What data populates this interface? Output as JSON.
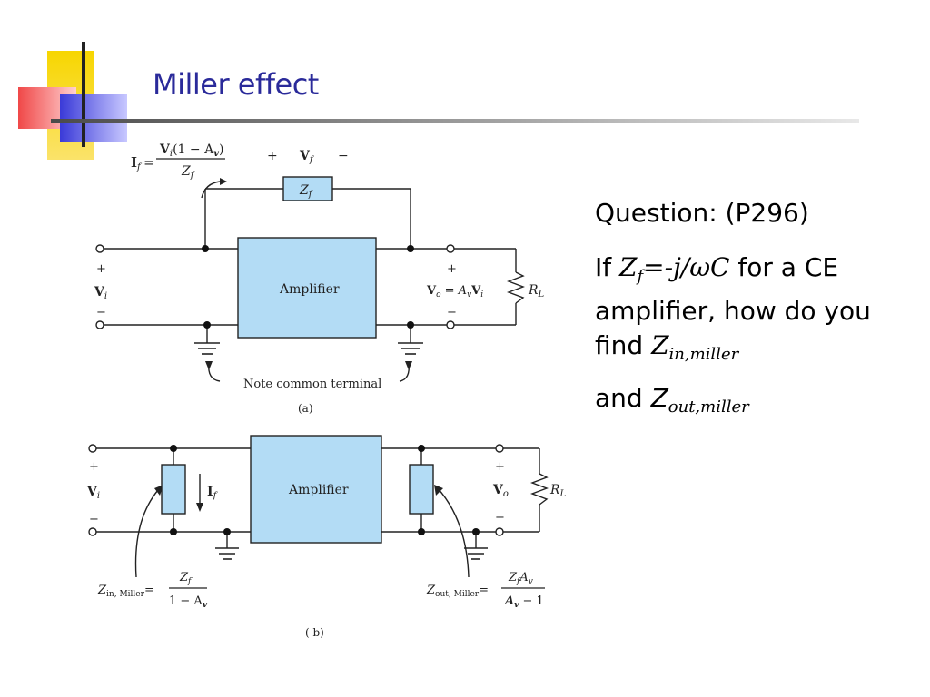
{
  "slide": {
    "title": "Miller effect"
  },
  "question": {
    "line1": "Question: (P296)",
    "if_word": "If ",
    "zf_symbol": "Z",
    "zf_sub": "f",
    "zf_value": "=-j/ωC",
    "line2_rest": " for a CE amplifier, how do you find ",
    "zin_symbol": "Z",
    "zin_sub": "in,miller",
    "and_word": "and ",
    "zout_symbol": "Z",
    "zout_sub": "out,miller"
  },
  "diagram_a": {
    "if_eq_lhs": "I",
    "if_eq_lhs_sub": "f",
    "equals": "=",
    "if_num_a": "V",
    "if_num_a_sub": "i",
    "if_num_b": "(1 − A",
    "if_num_b_sub": "v",
    "if_num_c": ")",
    "if_den": "Z",
    "if_den_sub": "f",
    "plus": "+",
    "minus": "−",
    "vf": "V",
    "vf_sub": "f",
    "zf_box": "Z",
    "zf_box_sub": "f",
    "amp_label": "Amplifier",
    "vi": "V",
    "vi_sub": "i",
    "vo_eq": "V",
    "vo_eq_sub": "o",
    "vo_eq_mid": " = A",
    "vo_eq_mid_sub": "v",
    "vo_eq_end": "V",
    "vo_eq_end_sub": "i",
    "rl": "R",
    "rl_sub": "L",
    "note": "Note common terminal",
    "caption": "(a)"
  },
  "diagram_b": {
    "plus": "+",
    "minus": "−",
    "vi": "V",
    "vi_sub": "i",
    "if_label": "I",
    "if_label_sub": "f",
    "amp_label": "Amplifier",
    "vo": "V",
    "vo_sub": "o",
    "rl": "R",
    "rl_sub": "L",
    "zin_lhs": "Z",
    "zin_lhs_sub": "in, Miller",
    "equals": "=",
    "zin_num": "Z",
    "zin_num_sub": "f",
    "zin_den": "1 − A",
    "zin_den_sub": "v",
    "zout_lhs": "Z",
    "zout_lhs_sub": "out, Miller",
    "zout_num": "Z",
    "zout_num_sub": "f",
    "zout_num_b": "A",
    "zout_num_b_sub": "v",
    "zout_den": "A",
    "zout_den_sub": "v",
    "zout_den_b": " − 1",
    "caption": "( b)"
  },
  "colors": {
    "title": "#2a2a9a",
    "amp_fill": "#b3dcf5",
    "deco_yellow": "#f7d600",
    "deco_red": "#f04848",
    "deco_blue": "#3a3ad8"
  }
}
